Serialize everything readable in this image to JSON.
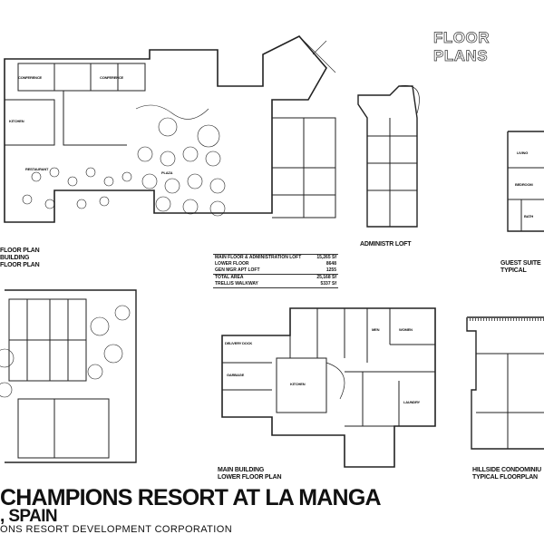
{
  "header": {
    "title": "FLOOR PLANS"
  },
  "plans": {
    "main_floor": "FLOOR PLAN\nBUILDING\nFLOOR PLAN",
    "admin_loft": "ADMINISTR  LOFT",
    "guest_suite": [
      "GUEST SUITE",
      "TYPICAL"
    ],
    "lower_floor": [
      "MAIN  BUILDING",
      "LOWER FLOOR PLAN"
    ],
    "hillside": [
      "HILLSIDE CONDOMINIU",
      "TYPICAL  FLOORPLAN"
    ]
  },
  "area_table": {
    "rows": [
      {
        "label": "MAIN FLOOR & ADMINISTRATION LOFT",
        "value": "15,265 Sf"
      },
      {
        "label": "LOWER FLOOR",
        "value": "8648"
      },
      {
        "label": "GEN MGR APT LOFT",
        "value": "1255"
      },
      {
        "label": "TOTAL AREA",
        "value": "25,168 Sf"
      },
      {
        "label": "TRELLIS WALKWAY",
        "value": "5337 Sf"
      }
    ]
  },
  "rooms": [
    "CONFERENCE",
    "CONFERENCE",
    "RESTAURANT",
    "KITCHEN",
    "PLAZA",
    "DELIVERY DOCK",
    "GARBAGE",
    "KITCHEN",
    "LAUNDRY",
    "MEN",
    "WOMEN",
    "LIVING",
    "BEDROOM",
    "BATH"
  ],
  "footer": {
    "line1": "CHAMPIONS  RESORT AT  LA MANGA",
    "line2": ", SPAIN",
    "line3": "ONS  RESORT  DEVELOPMENT  CORPORATION"
  }
}
